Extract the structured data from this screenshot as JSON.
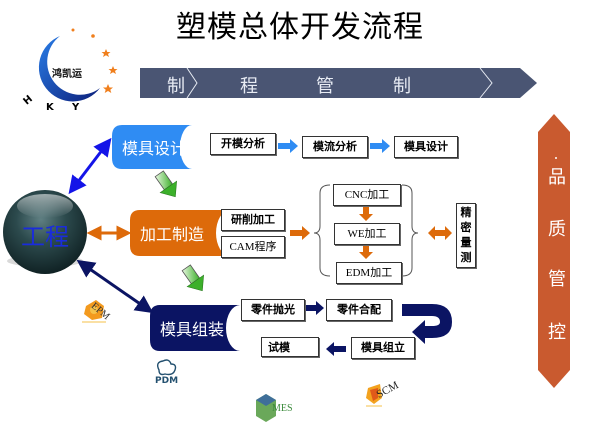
{
  "title": "塑模总体开发流程",
  "logo": {
    "name": "鸿凯运",
    "letters": [
      "H",
      "K",
      "Y"
    ],
    "colors": {
      "crescent": "#1a4fb8",
      "stars": "#f07f1d"
    }
  },
  "banner": {
    "words": [
      "制",
      "程",
      "管",
      "制"
    ],
    "color": "#4a5573"
  },
  "hub": {
    "label": "工程",
    "sphere_color": "#243f42",
    "text_color": "#1a2cdc"
  },
  "stages": {
    "design": {
      "label": "模具设计",
      "color": "#2f8cf3",
      "steps": [
        "开模分析",
        "模流分析",
        "模具设计"
      ]
    },
    "manufacturing": {
      "label": "加工制造",
      "color": "#dd6a0a",
      "inputs": [
        "研削加工",
        "CAM程序"
      ],
      "machining": [
        "CNC加工",
        "WE加工",
        "EDM加工"
      ],
      "measurement": "精密量测",
      "measurement_chars": [
        "精",
        "密",
        "量",
        "测"
      ]
    },
    "assembly": {
      "label": "模具组装",
      "color": "#0b1463",
      "steps_row1": [
        "零件抛光",
        "零件合配"
      ],
      "steps_row2": [
        "模具组立",
        "试模"
      ]
    }
  },
  "quality": {
    "chars": [
      "品",
      "质",
      "管",
      "控"
    ],
    "color": "#c95a2f"
  },
  "systems": [
    "EPM",
    "PDM",
    "MES",
    "SCM"
  ]
}
